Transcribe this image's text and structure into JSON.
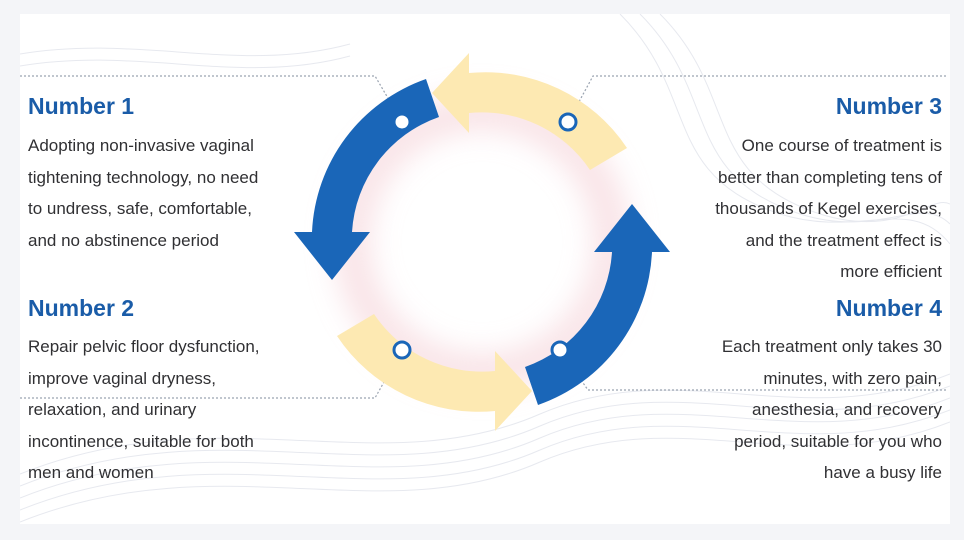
{
  "colors": {
    "heading": "#1a5ca8",
    "text": "#303033",
    "arrow_blue": "#1a66b8",
    "arrow_yellow": "#fde9b2",
    "divider": "#9aa3b0"
  },
  "blocks": [
    {
      "heading": "Number 1",
      "lines": [
        "Adopting non-invasive vaginal",
        "tightening technology, no need",
        "to undress, safe, comfortable,",
        "and no abstinence period"
      ]
    },
    {
      "heading": "Number 2",
      "lines": [
        "Repair pelvic floor dysfunction,",
        "improve vaginal dryness,",
        "relaxation, and urinary",
        "incontinence, suitable for both",
        "men and women"
      ]
    },
    {
      "heading": "Number 3",
      "lines": [
        "One course of treatment is",
        "better than completing tens of",
        "thousands of Kegel exercises,",
        "and the treatment effect is",
        "more efficient"
      ]
    },
    {
      "heading": "Number 4",
      "lines": [
        "Each treatment only takes 30",
        "minutes, with zero pain,",
        "anesthesia, and recovery",
        "period, suitable for you who",
        "have a busy life"
      ]
    }
  ]
}
